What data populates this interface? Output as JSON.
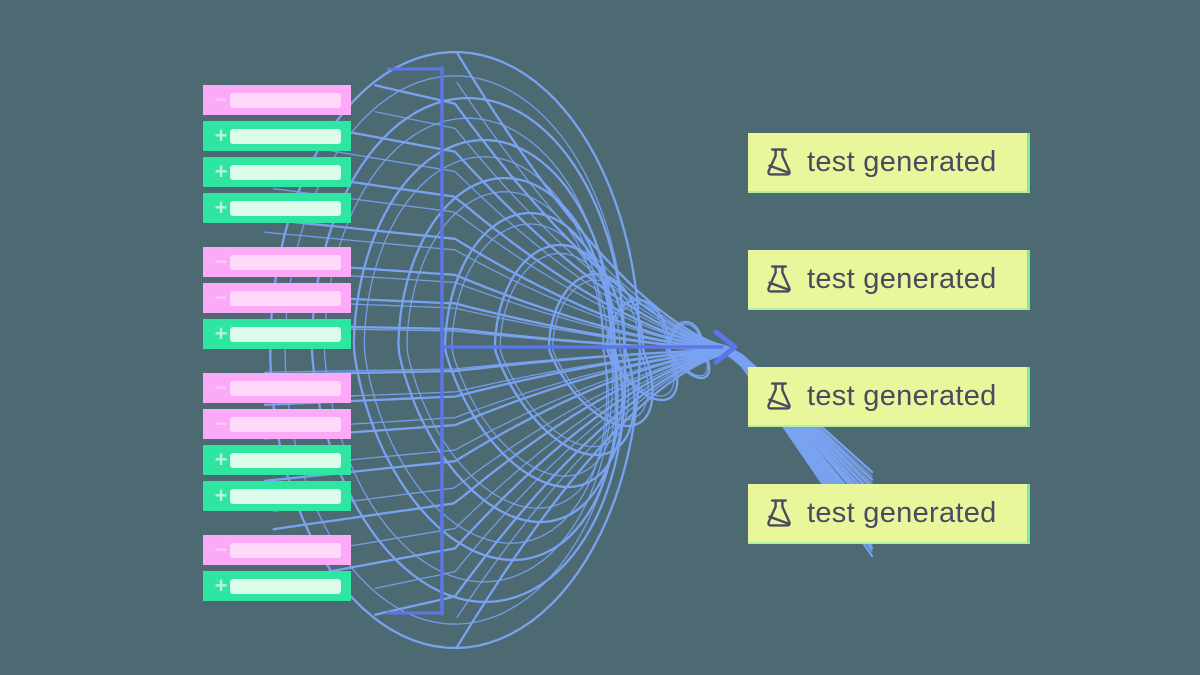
{
  "background_color": "#4d6972",
  "diff_panel": {
    "removed_sign": "−",
    "added_sign": "+",
    "removed_color": "#fcaaf7",
    "added_color": "#2ee5a1",
    "removed_pill_color": "#fed9fc",
    "added_pill_color": "#dbfce9",
    "removed_sign_color": "#fec9fb",
    "added_sign_color": "#b4f7d8",
    "groups": [
      {
        "lines": [
          "removed",
          "added",
          "added",
          "added"
        ]
      },
      {
        "lines": [
          "removed",
          "removed",
          "added"
        ]
      },
      {
        "lines": [
          "removed",
          "removed",
          "added",
          "added"
        ]
      },
      {
        "lines": [
          "removed",
          "added"
        ]
      }
    ]
  },
  "labels": {
    "count": 4,
    "text": "test generated",
    "icon": "flask-icon",
    "box_color": "#eaf69b",
    "text_color": "#4d4960"
  },
  "figure": {
    "mesh_color": "#79a3f1",
    "axis_color": "#5b76e8"
  }
}
